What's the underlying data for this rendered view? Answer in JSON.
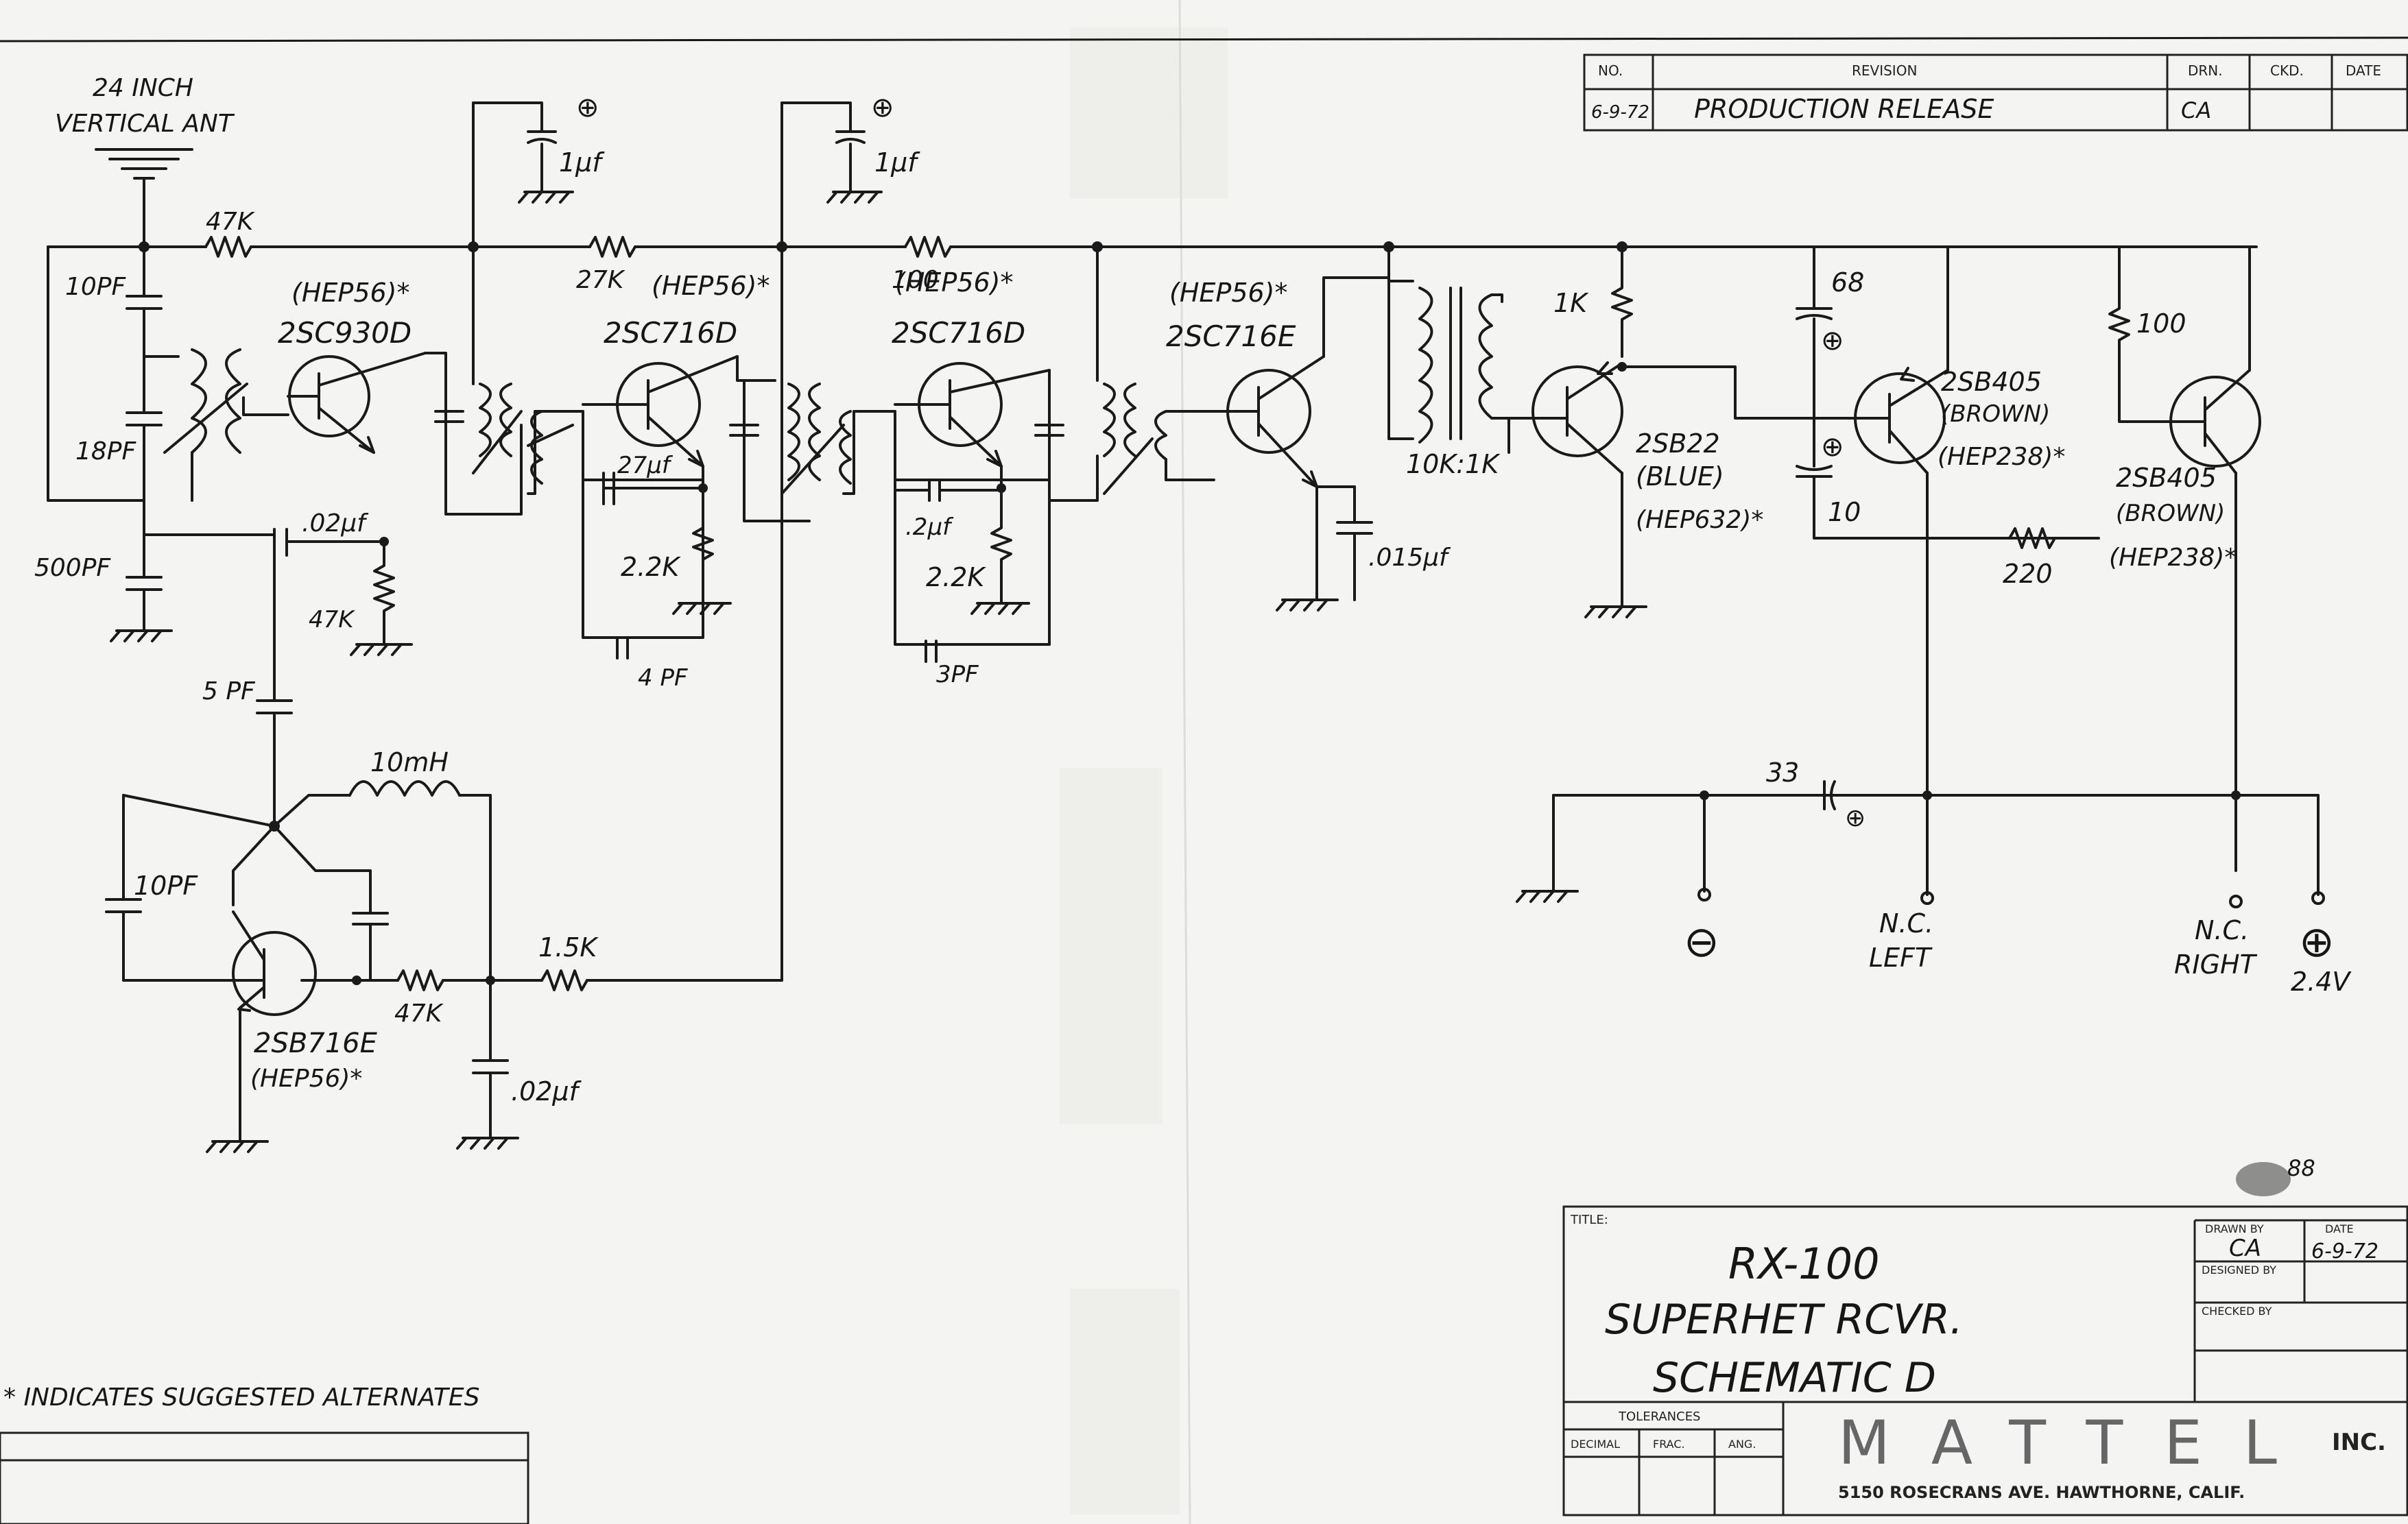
{
  "antenna": {
    "line1": "24 INCH",
    "line2": "VERTICAL ANT"
  },
  "components": {
    "r_47k_top": "47K",
    "c_10pf_ant": "10PF",
    "c_18pf": "18PF",
    "c_500pf": "500PF",
    "c_02uf_rf": ".02µf",
    "r_47k_rf": "47K",
    "c_5pf": "5 PF",
    "q1_alt": "(HEP56)*",
    "q1_type": "2SC930D",
    "c_1uf_1": "1µf",
    "c_1uf_2": "1µf",
    "r_27k": "27K",
    "q2_alt": "(HEP56)*",
    "q2_type": "2SC716D",
    "c_27uf": "27µf",
    "r_22k_1": "2.2K",
    "c_4pf": "4 PF",
    "r_100_if": "100",
    "q3_alt": "(HEP56)*",
    "q3_type": "2SC716D",
    "c_2uf": ".2µf",
    "r_22k_2": "2.2K",
    "c_3pf": "3PF",
    "q4_alt": "(HEP56)*",
    "q4_type": "2SC716E",
    "c_015uf": ".015µf",
    "xfmr": "10K:1K",
    "r_1k": "1K",
    "q5_type": "2SB22",
    "q5_color": "(BLUE)",
    "q5_alt": "(HEP632)*",
    "c_68": "68",
    "c_10": "10",
    "q6_type": "2SB405",
    "q6_color": "(BROWN)",
    "q6_alt": "(HEP238)*",
    "r_100_out": "100",
    "r_220": "220",
    "q7_type": "2SB405",
    "q7_color": "(BROWN)",
    "q7_alt": "(HEP238)*",
    "l_10mh": "10mH",
    "c_10pf_osc": "10PF",
    "r_47k_osc": "47K",
    "r_15k": "1.5K",
    "c_02uf_osc": ".02µf",
    "q8_type": "2SB716E",
    "q8_alt": "(HEP56)*",
    "c_33": "33"
  },
  "terminals": {
    "minus": "⊖",
    "nc_left_1": "N.C.",
    "nc_left_2": "LEFT",
    "nc_right_1": "N.C.",
    "nc_right_2": "RIGHT",
    "plus": "⊕",
    "voltage": "2.4V"
  },
  "revision_block": {
    "headers": [
      "NO.",
      "REVISION",
      "DRN.",
      "CKD.",
      "DATE"
    ],
    "row": {
      "no": "6-9-72",
      "revision": "PRODUCTION RELEASE",
      "drn": "CA"
    }
  },
  "title_block": {
    "title_label": "TITLE:",
    "title1": "RX-100",
    "title2": "SUPERHET RCVR.",
    "title3": "SCHEMATIC D",
    "drawn_by_label": "DRAWN BY",
    "drawn_by": "CA",
    "date_label": "DATE",
    "date": "6-9-72",
    "designed_by_label": "DESIGNED BY",
    "checked_by_label": "CHECKED BY",
    "company": "MATTEL",
    "company_suffix": "INC.",
    "address": "5150 ROSECRANS AVE. HAWTHORNE, CALIF.",
    "tolerances_label": "TOLERANCES",
    "tol_headers": [
      "DECIMAL",
      "FRAC.",
      "ANG."
    ]
  },
  "footnote": "* INDICATES SUGGESTED ALTERNATES",
  "stamp": "88"
}
